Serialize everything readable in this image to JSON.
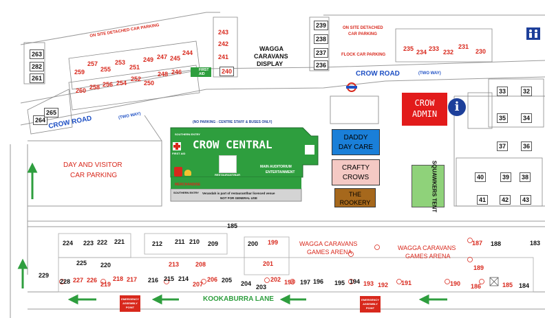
{
  "roads": {
    "crow_road_left": "CROW ROAD",
    "two_way_left": "(TWO WAY)",
    "crow_road_right": "CROW ROAD",
    "two_way_right": "(TWO WAY)",
    "kookaburra_lane": "KOOKABURRA LANE"
  },
  "parking": {
    "onsite_left": "ON SITE DETACHED CAR PARKING",
    "onsite_right_l1": "ON SITE DETACHED",
    "onsite_right_l2": "CAR PARKING",
    "flock": "FLOCK CAR PARKING",
    "day_visitor_l1": "DAY AND VISITOR",
    "day_visitor_l2": "CAR PARKING"
  },
  "wagga_display": {
    "l1": "WAGGA",
    "l2": "CARAVANS",
    "l3": "DISPLAY"
  },
  "first_aid": {
    "l1": "FIRST",
    "l2": "AID"
  },
  "crow_central": {
    "note": "(NO PARKING - CENTRE STAFF & BUSES ONLY)",
    "title": "CROW CENTRAL",
    "southern_entry_top": "SOUTHERN ENTRY",
    "first_aid": "FIRST AID",
    "merchandise": "MERCHANDISE",
    "restaurant": "RESTAURANT/BAR",
    "auditorium_l1": "MAIN AUDITORIUM",
    "auditorium_l2": "ENTERTAINMENT",
    "southern_entry_bottom": "SOUTHERN ENTRY",
    "veranda_l1": "Verandah is part of restaurant/bar licenced venue",
    "veranda_l2": "NOT FOR GENERAL USE"
  },
  "buildings": {
    "daddy_day_care_l1": "DADDY",
    "daddy_day_care_l2": "DAY CARE",
    "crafty_crows_l1": "CRAFTY",
    "crafty_crows_l2": "CROWS",
    "rookery_l1": "THE",
    "rookery_l2": "ROOKERY",
    "crow_admin_l1": "CROW",
    "crow_admin_l2": "ADMIN",
    "info_icon": "i",
    "squawkers_tent": "SQUAWKERS TENT"
  },
  "games_arena": {
    "l1": "WAGGA CARAVANS",
    "l2": "GAMES ARENA"
  },
  "emergency": {
    "l1": "EMERGENCY",
    "l2": "ASSEMBLY",
    "l3": "POINT"
  },
  "label_185": "185",
  "sites": {
    "left_black": [
      "263",
      "282",
      "261"
    ],
    "cluster_265": [
      "264",
      "265"
    ],
    "grid_red": [
      "259",
      "257",
      "255",
      "253",
      "251",
      "249",
      "247",
      "245",
      "244",
      "260",
      "258",
      "256",
      "254",
      "252",
      "250",
      "248",
      "246"
    ],
    "column_243": [
      "243",
      "242",
      "241",
      "240"
    ],
    "column_239": [
      "239",
      "238",
      "237",
      "236"
    ],
    "top_right_red": [
      "235",
      "234",
      "233",
      "232",
      "231",
      "230"
    ],
    "right_black": [
      "33",
      "32",
      "35",
      "34",
      "37",
      "36",
      "40",
      "39",
      "38",
      "41",
      "42",
      "43"
    ],
    "bottom_upper": [
      "224",
      "223",
      "222",
      "221",
      "212",
      "211",
      "210",
      "209",
      "200",
      "199",
      "187",
      "188",
      "183"
    ],
    "bottom_mid": [
      "225",
      "220",
      "213",
      "208",
      "201",
      "189"
    ],
    "bottom_row": [
      "229",
      "228",
      "227",
      "226",
      "219",
      "218",
      "217",
      "216",
      "215",
      "214",
      "207",
      "206",
      "205",
      "204",
      "203",
      "202",
      "198",
      "197",
      "196",
      "195",
      "194",
      "193",
      "192",
      "191",
      "190",
      "186",
      "185",
      "184"
    ]
  },
  "colors": {
    "red": "#d8281c",
    "green": "#2e9e3e",
    "crow_admin": "#e21b1b",
    "daddy": "#1a7fd8",
    "crafty": "#f4c9c4",
    "rookery": "#a6681c",
    "squawkers": "#8fd27a",
    "blue_text": "#1d4fc4"
  }
}
